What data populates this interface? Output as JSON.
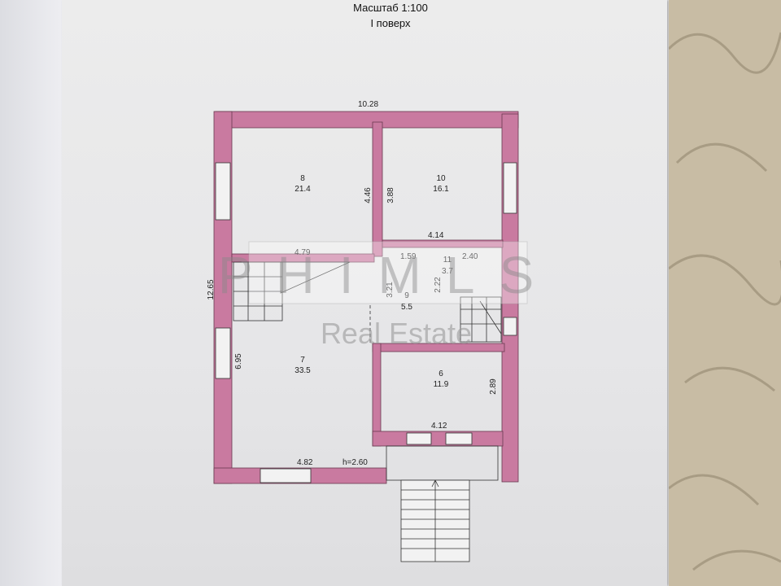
{
  "header": {
    "scale": "Масштаб 1:100",
    "floor": "I поверх"
  },
  "rooms": [
    {
      "number": "8",
      "area": "21.4"
    },
    {
      "number": "10",
      "area": "16.1"
    },
    {
      "number": "9",
      "area": "5.5"
    },
    {
      "number": "11",
      "area": "3.7"
    },
    {
      "number": "7",
      "area": "33.5"
    },
    {
      "number": "6",
      "area": "11.9"
    }
  ],
  "dimensions": {
    "top": "10.28",
    "left": "12.65",
    "d446": "4.46",
    "d388": "3.88",
    "d414": "4.14",
    "d479": "4.79",
    "d159": "1.59",
    "d240": "2.40",
    "d321": "3.21",
    "d222": "2.22",
    "d695": "6.95",
    "d289": "2.89",
    "d412": "4.12",
    "d482": "4.82",
    "height": "h=2.60"
  },
  "watermark": {
    "brand": "PHIMLS",
    "tagline": "Real Estate"
  },
  "colors": {
    "wall": "#c97aa0",
    "paper": "#e9e9eb"
  }
}
